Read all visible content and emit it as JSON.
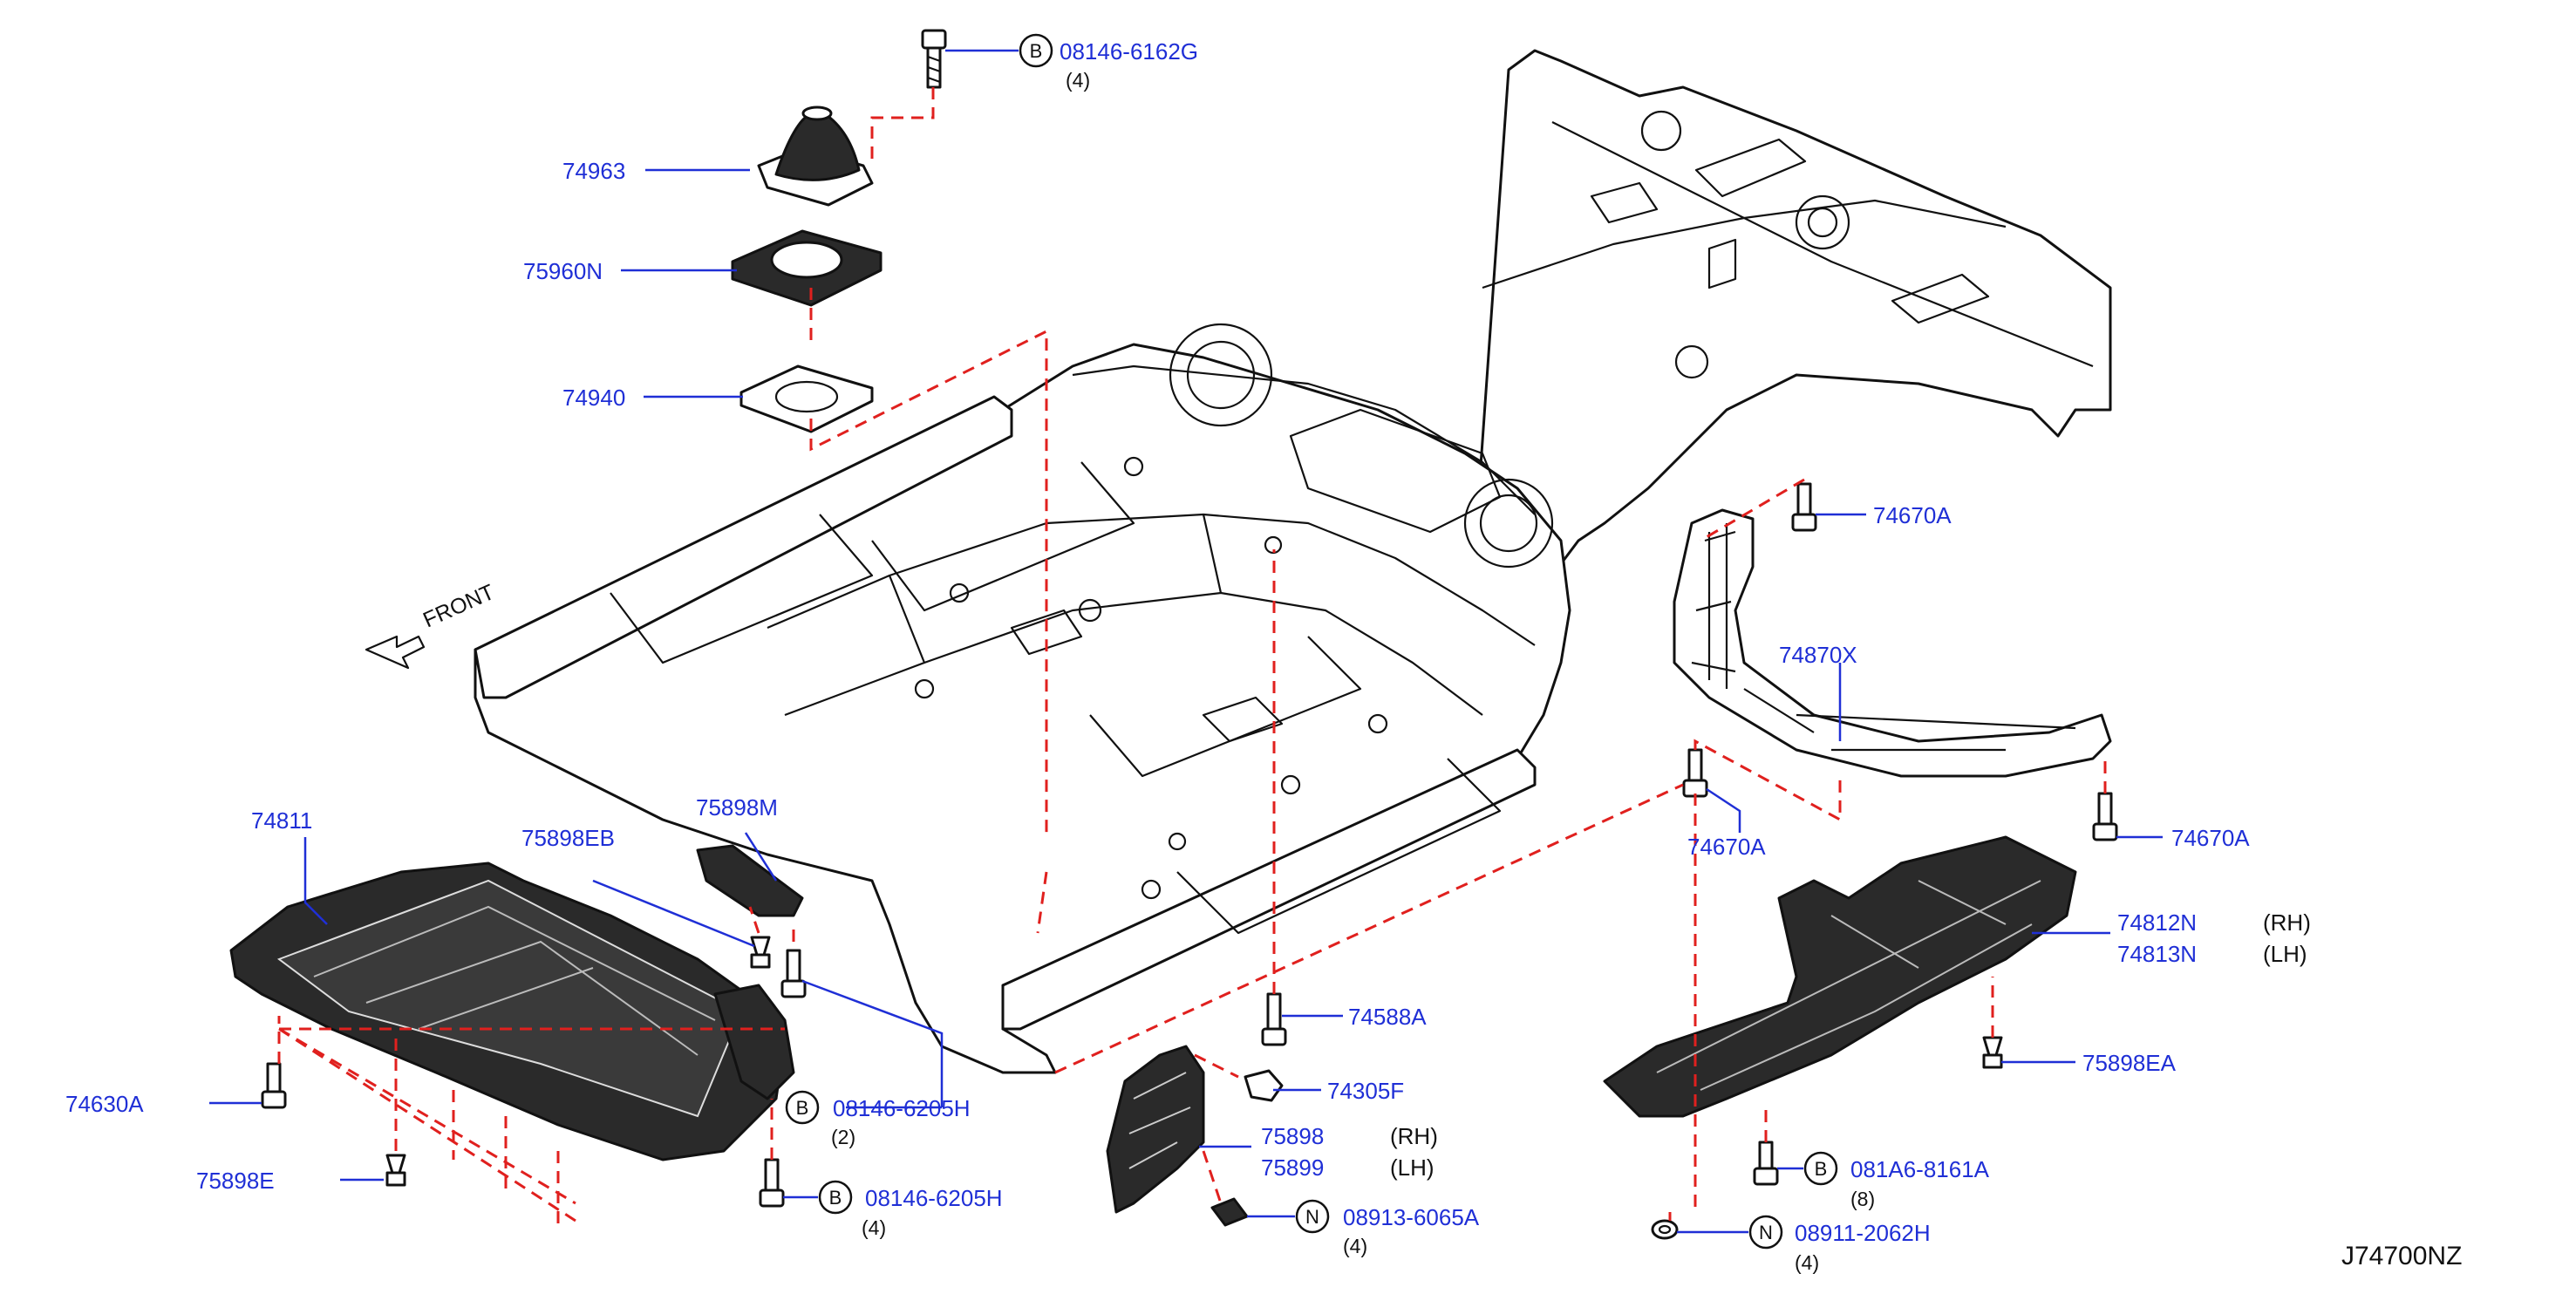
{
  "labels": {
    "p74963": "74963",
    "p75960N": "75960N",
    "p74940": "74940",
    "p74811": "74811",
    "p75898EB": "75898EB",
    "p75898M": "75898M",
    "p74630A": "74630A",
    "p75898E": "75898E",
    "p74670A_top": "74670A",
    "p74870X": "74870X",
    "p74670A_mid": "74670A",
    "p74670A_right": "74670A",
    "p74812N": "74812N",
    "p74813N": "74813N",
    "p75898EA": "75898EA",
    "p74588A": "74588A",
    "p74305F": "74305F",
    "p75898": "75898",
    "p75899": "75899"
  },
  "side": {
    "rh1": "(RH)",
    "lh1": "(LH)",
    "rh2": "(RH)",
    "lh2": "(LH)"
  },
  "fasteners": {
    "f1": {
      "letter": "B",
      "part": "08146-6162G",
      "qty": "(4)"
    },
    "f2": {
      "letter": "B",
      "part": "08146-6205H",
      "qty": "(2)"
    },
    "f3": {
      "letter": "B",
      "part": "08146-6205H",
      "qty": "(4)"
    },
    "f4": {
      "letter": "N",
      "part": "08913-6065A",
      "qty": "(4)"
    },
    "f5": {
      "letter": "B",
      "part": "081A6-8161A",
      "qty": "(8)"
    },
    "f6": {
      "letter": "N",
      "part": "08911-2062H",
      "qty": "(4)"
    }
  },
  "front_label": "FRONT",
  "diagram_code": "J74700NZ",
  "colors": {
    "label_blue": "#1f2fd6",
    "dashed_red": "#e0201e",
    "line": "#111111"
  }
}
